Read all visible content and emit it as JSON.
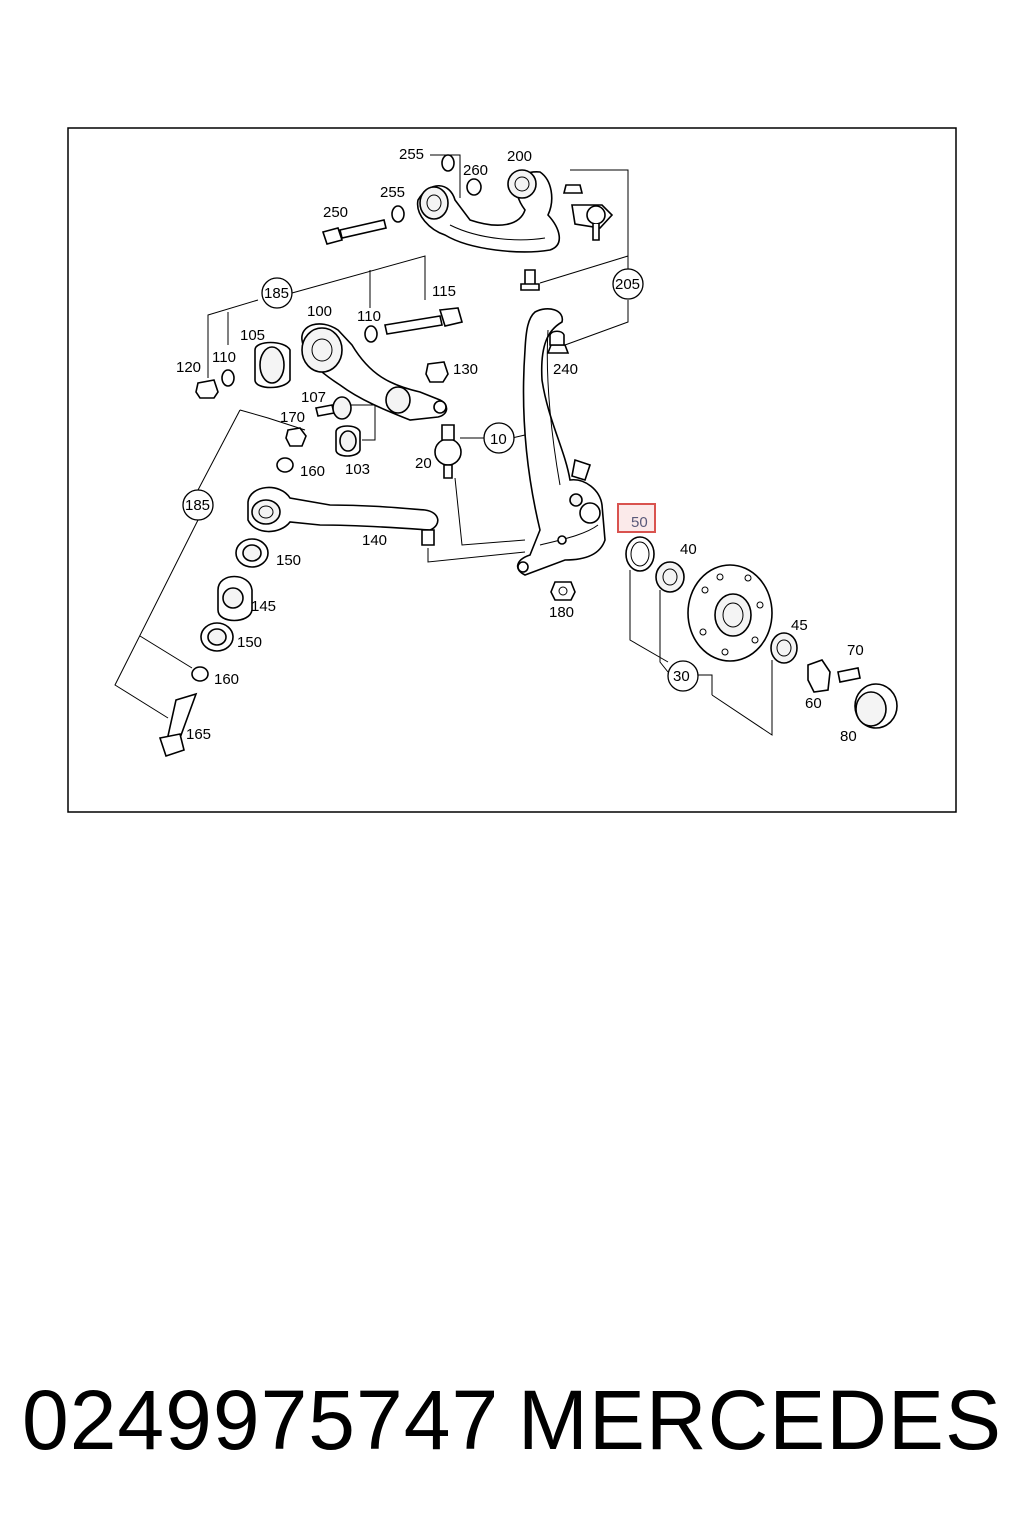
{
  "callouts": {
    "c10": "10",
    "c20": "20",
    "c30": "30",
    "c40": "40",
    "c45": "45",
    "c50": "50",
    "c60": "60",
    "c70": "70",
    "c80": "80",
    "c100": "100",
    "c103": "103",
    "c105": "105",
    "c107": "107",
    "c110a": "110",
    "c110b": "110",
    "c115": "115",
    "c120": "120",
    "c130": "130",
    "c140": "140",
    "c145": "145",
    "c150a": "150",
    "c150b": "150",
    "c160a": "160",
    "c160b": "160",
    "c165": "165",
    "c170": "170",
    "c180": "180",
    "c185a": "185",
    "c185b": "185",
    "c200": "200",
    "c205": "205",
    "c240": "240",
    "c250": "250",
    "c255a": "255",
    "c255b": "255",
    "c260": "260"
  },
  "highlight": {
    "color": "#d9534f",
    "label_color": "#5a5a7a",
    "callout": "50"
  },
  "caption": {
    "part_number": "0249975747",
    "brand": "MERCEDES"
  }
}
